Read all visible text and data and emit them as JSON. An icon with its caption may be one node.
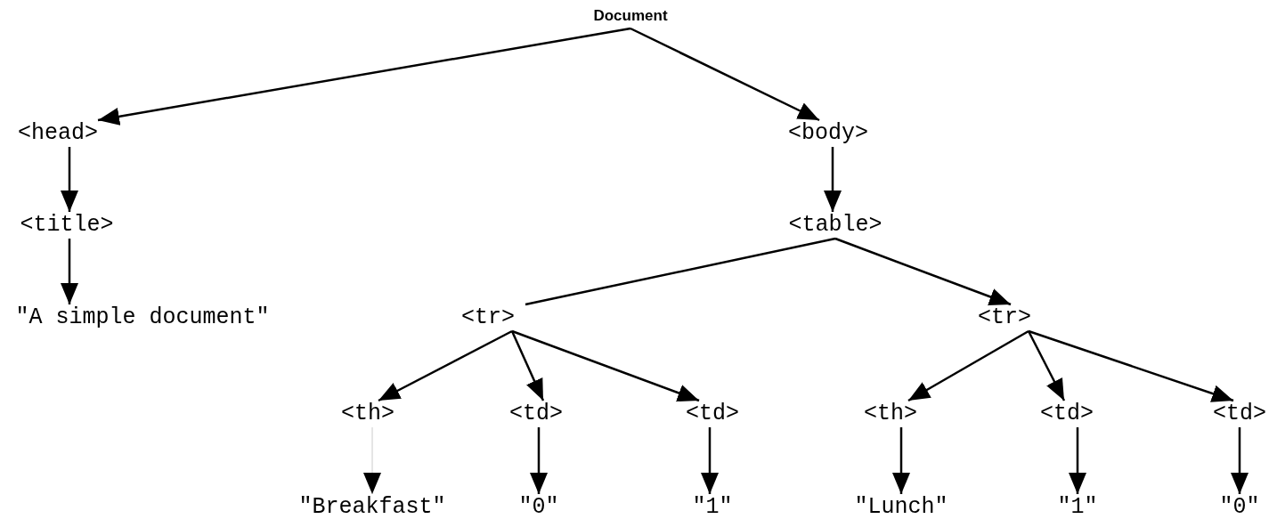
{
  "diagram": {
    "nodes": [
      {
        "text": [
          "Document"
        ]
      },
      {
        "text": [
          "<head>"
        ]
      },
      {
        "text": [
          "<title>"
        ]
      },
      {
        "text": [
          "\"A simple document\""
        ]
      },
      {
        "text": [
          "<body>"
        ]
      },
      {
        "text": [
          "<table>"
        ]
      },
      {
        "text": [
          "<tr>"
        ]
      },
      {
        "text": [
          "<tr>"
        ]
      },
      {
        "text": [
          "<th>"
        ]
      },
      {
        "text": [
          "<td>"
        ]
      },
      {
        "text": [
          "<td>"
        ]
      },
      {
        "text": [
          "<th>"
        ]
      },
      {
        "text": [
          "<td>"
        ]
      },
      {
        "text": [
          "<td>"
        ]
      },
      {
        "text": [
          "\"Breakfast\""
        ]
      },
      {
        "text": [
          "\"0\""
        ]
      },
      {
        "text": [
          "\"1\""
        ]
      },
      {
        "text": [
          "\"Lunch\""
        ]
      },
      {
        "text": [
          "\"1\""
        ]
      },
      {
        "text": [
          "\"0\""
        ]
      }
    ],
    "edges": [
      {
        "from": 0,
        "to": 1,
        "arrow": "to"
      },
      {
        "from": 0,
        "to": 4,
        "arrow": "to"
      },
      {
        "from": 1,
        "to": 2,
        "arrow": "to"
      },
      {
        "from": 2,
        "to": 3,
        "arrow": "to"
      },
      {
        "from": 4,
        "to": 5,
        "arrow": "to"
      },
      {
        "from": 5,
        "to": 6,
        "arrow": "none"
      },
      {
        "from": 5,
        "to": 7,
        "arrow": "to"
      },
      {
        "from": 6,
        "to": 8,
        "arrow": "to"
      },
      {
        "from": 6,
        "to": 9,
        "arrow": "to"
      },
      {
        "from": 6,
        "to": 10,
        "arrow": "to"
      },
      {
        "from": 7,
        "to": 11,
        "arrow": "to"
      },
      {
        "from": 7,
        "to": 12,
        "arrow": "to"
      },
      {
        "from": 7,
        "to": 13,
        "arrow": "to"
      },
      {
        "from": 8,
        "to": 14,
        "arrow": "to",
        "color": "#cccccc"
      },
      {
        "from": 9,
        "to": 15,
        "arrow": "to"
      },
      {
        "from": 10,
        "to": 16,
        "arrow": "to"
      },
      {
        "from": 11,
        "to": 17,
        "arrow": "to"
      },
      {
        "from": 12,
        "to": 18,
        "arrow": "to"
      },
      {
        "from": 13,
        "to": 19,
        "arrow": "to"
      }
    ]
  }
}
